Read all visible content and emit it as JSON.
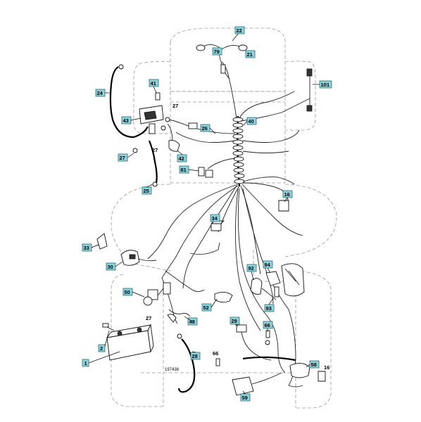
{
  "diagram": {
    "drawing_number": "197438",
    "callouts": [
      {
        "id": "c22",
        "label": "22"
      },
      {
        "id": "c79",
        "label": "79"
      },
      {
        "id": "c21",
        "label": "21"
      },
      {
        "id": "c101",
        "label": "101"
      },
      {
        "id": "c24",
        "label": "24"
      },
      {
        "id": "c41",
        "label": "41"
      },
      {
        "id": "c43",
        "label": "43"
      },
      {
        "id": "c26",
        "label": "26"
      },
      {
        "id": "c40",
        "label": "40"
      },
      {
        "id": "c27a",
        "label": "27"
      },
      {
        "id": "c42",
        "label": "42"
      },
      {
        "id": "c81",
        "label": "81"
      },
      {
        "id": "c25",
        "label": "25"
      },
      {
        "id": "c16a",
        "label": "16"
      },
      {
        "id": "c34",
        "label": "34"
      },
      {
        "id": "c33",
        "label": "33"
      },
      {
        "id": "c30",
        "label": "30"
      },
      {
        "id": "c92",
        "label": "92"
      },
      {
        "id": "c94",
        "label": "94"
      },
      {
        "id": "c50",
        "label": "50"
      },
      {
        "id": "c52",
        "label": "52"
      },
      {
        "id": "c93",
        "label": "93"
      },
      {
        "id": "c29",
        "label": "29"
      },
      {
        "id": "c66a",
        "label": "66"
      },
      {
        "id": "c48",
        "label": "48"
      },
      {
        "id": "c2",
        "label": "2"
      },
      {
        "id": "c1",
        "label": "1"
      },
      {
        "id": "c28",
        "label": "28"
      },
      {
        "id": "c58",
        "label": "58"
      },
      {
        "id": "c59",
        "label": "59"
      }
    ],
    "plain_labels": [
      {
        "id": "p27a",
        "label": "27"
      },
      {
        "id": "p27b",
        "label": "27"
      },
      {
        "id": "p27c",
        "label": "27"
      },
      {
        "id": "p66b",
        "label": "66"
      },
      {
        "id": "p16b",
        "label": "16"
      }
    ]
  }
}
